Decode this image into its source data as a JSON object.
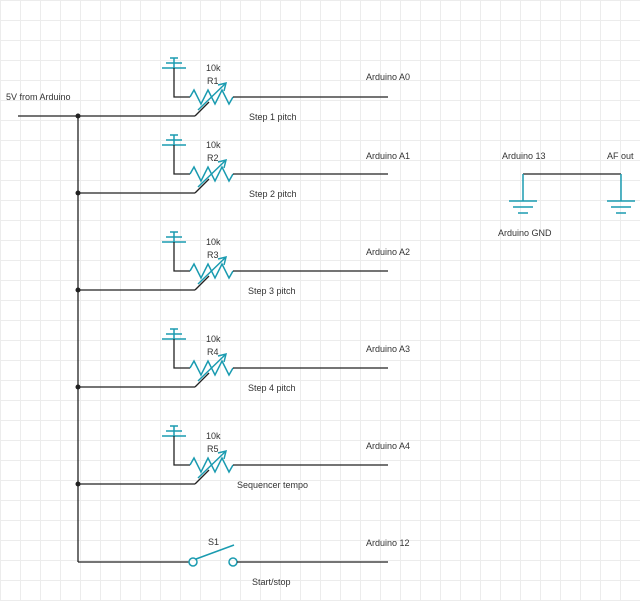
{
  "supply_label": "5V from Arduino",
  "potentiometers": [
    {
      "designator": "R1",
      "value": "10k",
      "net": "Arduino A0",
      "caption": "Step 1 pitch"
    },
    {
      "designator": "R2",
      "value": "10k",
      "net": "Arduino A1",
      "caption": "Step 2 pitch"
    },
    {
      "designator": "R3",
      "value": "10k",
      "net": "Arduino A2",
      "caption": "Step 3 pitch"
    },
    {
      "designator": "R4",
      "value": "10k",
      "net": "Arduino A3",
      "caption": "Step 4 pitch"
    },
    {
      "designator": "R5",
      "value": "10k",
      "net": "Arduino A4",
      "caption": "Sequencer tempo"
    }
  ],
  "switch": {
    "designator": "S1",
    "net": "Arduino 12",
    "caption": "Start/stop"
  },
  "output": {
    "source": "Arduino 13",
    "target": "AF out",
    "ground": "Arduino GND"
  },
  "colors": {
    "wire": "#222222",
    "component": "#1a9bb0",
    "grid": "#ececec"
  }
}
